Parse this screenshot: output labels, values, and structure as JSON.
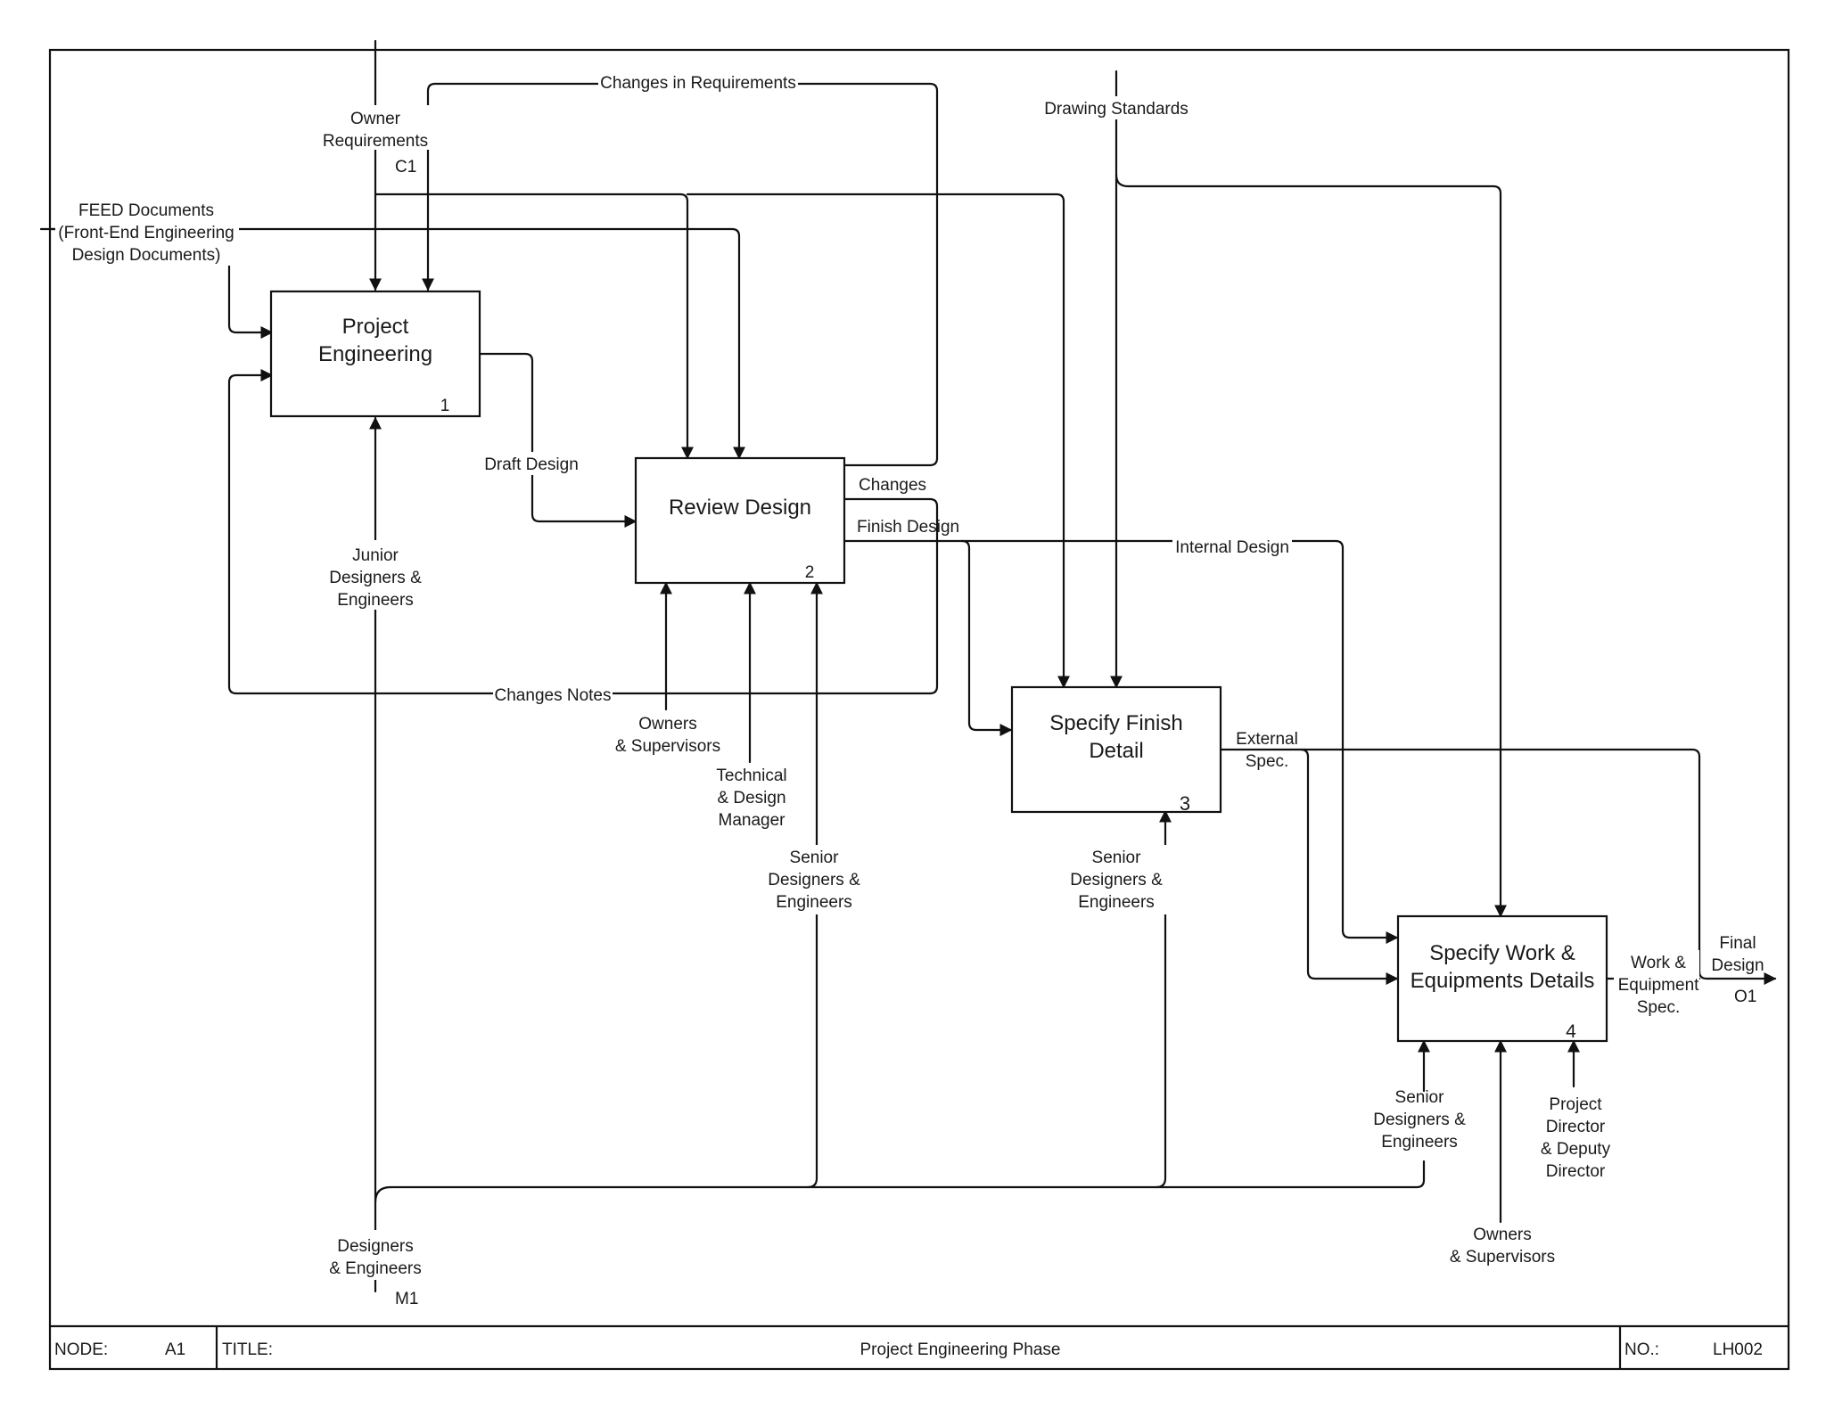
{
  "boxes": [
    {
      "title_lines": [
        "Project",
        "Engineering"
      ],
      "number": "1"
    },
    {
      "title_lines": [
        "Review Design"
      ],
      "number": "2"
    },
    {
      "title_lines": [
        "Specify Finish",
        "Detail"
      ],
      "number": "3"
    },
    {
      "title_lines": [
        "Specify Work &",
        "Equipments Details"
      ],
      "number": "4"
    }
  ],
  "arrow_labels": {
    "owner_requirements": [
      "Owner",
      "Requirements"
    ],
    "c1": "C1",
    "changes_in_requirements": "Changes in Requirements",
    "drawing_standards": "Drawing Standards",
    "feed_documents": [
      "FEED Documents",
      "(Front-End Engineering",
      "Design Documents)"
    ],
    "draft_design": "Draft Design",
    "changes": "Changes",
    "finish_design": "Finish Design",
    "internal_design": "Internal Design",
    "changes_notes": "Changes Notes",
    "junior_designers": [
      "Junior",
      "Designers &",
      "Engineers"
    ],
    "owners_supervisors_2": [
      "Owners",
      "& Supervisors"
    ],
    "technical_design_manager": [
      "Technical",
      "& Design",
      "Manager"
    ],
    "senior_designers_2": [
      "Senior",
      "Designers &",
      "Engineers"
    ],
    "senior_designers_3": [
      "Senior",
      "Designers &",
      "Engineers"
    ],
    "external_spec": [
      "External",
      "Spec."
    ],
    "work_equipment_spec": [
      "Work &",
      "Equipment",
      "Spec."
    ],
    "final_design": [
      "Final",
      "Design"
    ],
    "o1": "O1",
    "senior_designers_4": [
      "Senior",
      "Designers &",
      "Engineers"
    ],
    "project_director": [
      "Project",
      "Director",
      "& Deputy",
      "Director"
    ],
    "owners_supervisors_4": [
      "Owners",
      "& Supervisors"
    ],
    "designers_engineers": [
      "Designers",
      "& Engineers"
    ],
    "m1": "M1"
  },
  "title_bar": {
    "node_label": "NODE:",
    "node_value": "A1",
    "title_label": "TITLE:",
    "title_value": "Project Engineering Phase",
    "no_label": "NO.:",
    "no_value": "LH002"
  }
}
